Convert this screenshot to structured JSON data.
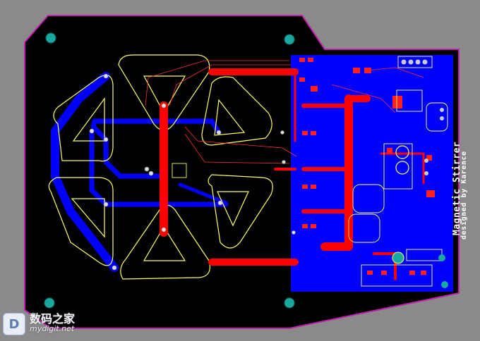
{
  "board": {
    "title": "Magnetic Stirrer",
    "credit": "designed by Karence"
  },
  "watermark": {
    "logo_glyph": "D",
    "site_name": "数码之家",
    "url": "mydigit.net"
  },
  "colors": {
    "background": "#8a8a8a",
    "board": "#000000",
    "outline": "#c01fb0",
    "top_copper": "#ff0000",
    "bottom_copper": "#0000ff",
    "silkscreen": "#ffff66",
    "mounting_hole": "#19a9a0"
  }
}
